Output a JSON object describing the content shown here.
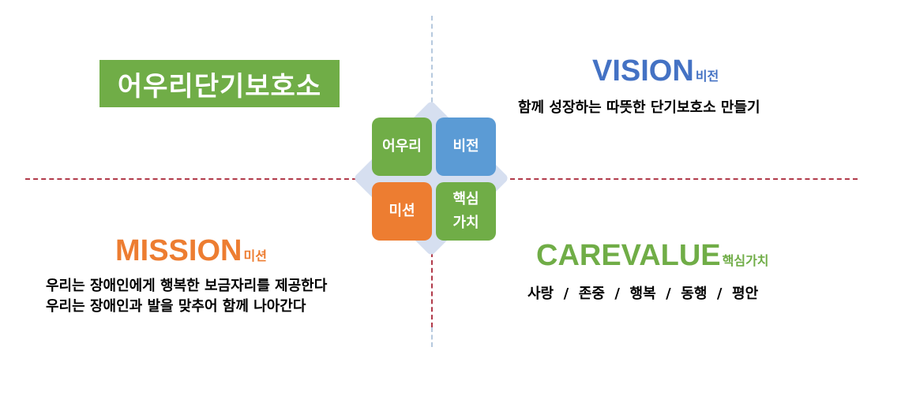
{
  "brand": {
    "title": "어우리단기보호소"
  },
  "center_tiles": {
    "ouri": "어우리",
    "vision": "비전",
    "mission": "미션",
    "value": "핵심\n가치"
  },
  "vision": {
    "heading": "VISION",
    "subheading": "비전",
    "text": "함께 성장하는 따뜻한 단기보호소 만들기"
  },
  "mission": {
    "heading": "MISSION",
    "subheading": "미션",
    "lines": [
      "우리는 장애인에게 행복한 보금자리를 제공한다",
      "우리는 장애인과 발을 맞추어 함께 나아간다"
    ]
  },
  "value": {
    "heading": "CAREVALUE",
    "subheading": "핵심가치",
    "text": "사랑  /  존중  /  행복  /  동행  /  평안"
  },
  "colors": {
    "green": "#70ad47",
    "blue": "#5b9bd5",
    "orange": "#ed7d31",
    "vision_blue": "#4472c4",
    "divider_red": "#b13a4a",
    "divider_lightblue": "#b6c9de",
    "diamond_bg": "#d6dff0"
  }
}
